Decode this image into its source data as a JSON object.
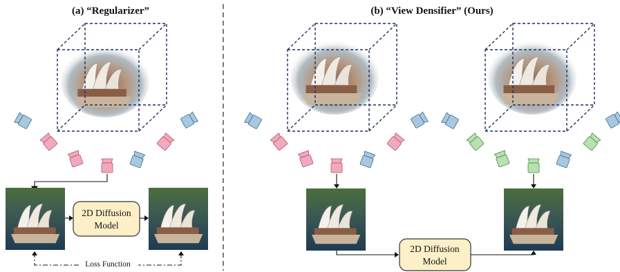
{
  "titles": {
    "left": "(a) “Regularizer”",
    "right": "(b) “View Densifier” (Ours)"
  },
  "left_panel": {
    "diffusion_line1": "2D Diffusion",
    "diffusion_line2": "Model",
    "loss_label": "Loss Function"
  },
  "right_panel": {
    "diffusion_line1": "2D Diffusion",
    "diffusion_line2": "Model"
  },
  "colors": {
    "camera_blue": "#a9c8df",
    "camera_pink": "#f2a9bb",
    "camera_green": "#b8e0b0",
    "diffusion_fill": "#fdf0c8",
    "cube_line": "#1f2f5f",
    "divider": "#333333"
  }
}
